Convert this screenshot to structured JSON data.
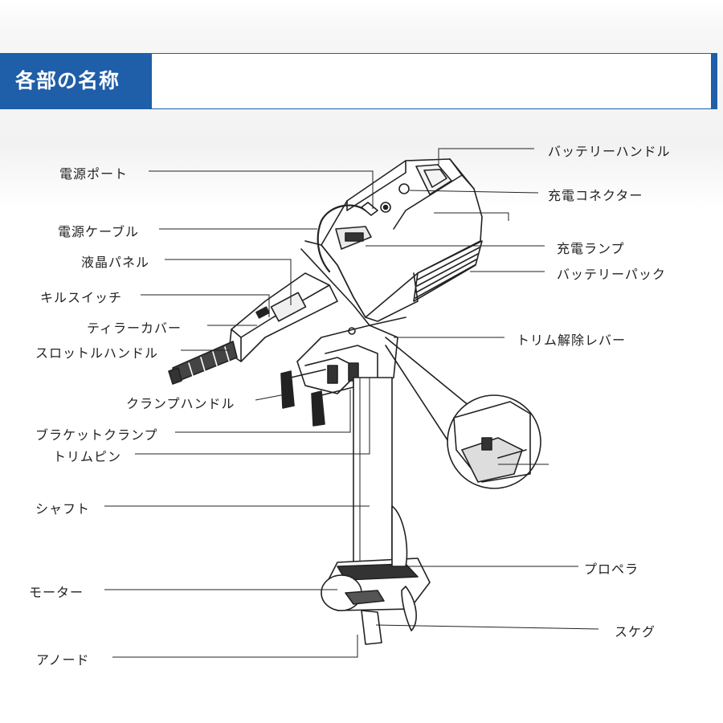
{
  "header": {
    "title": "各部の名称"
  },
  "labels": {
    "power_port": "電源ポート",
    "power_cable": "電源ケーブル",
    "lcd_panel": "液晶パネル",
    "kill_switch": "キルスイッチ",
    "tiller_cover": "ティラーカバー",
    "throttle_handle": "スロットルハンドル",
    "clamp_handle": "クランプハンドル",
    "bracket_clamp": "ブラケットクランプ",
    "trim_pin": "トリムピン",
    "shaft": "シャフト",
    "motor": "モーター",
    "anode": "アノード",
    "battery_handle": "バッテリーハンドル",
    "charge_connector": "充電コネクター",
    "charge_lamp": "充電ランプ",
    "battery_pack": "バッテリーパック",
    "trim_release_lever": "トリム解除レバー",
    "propeller": "プロペラ",
    "skeg": "スケグ"
  }
}
